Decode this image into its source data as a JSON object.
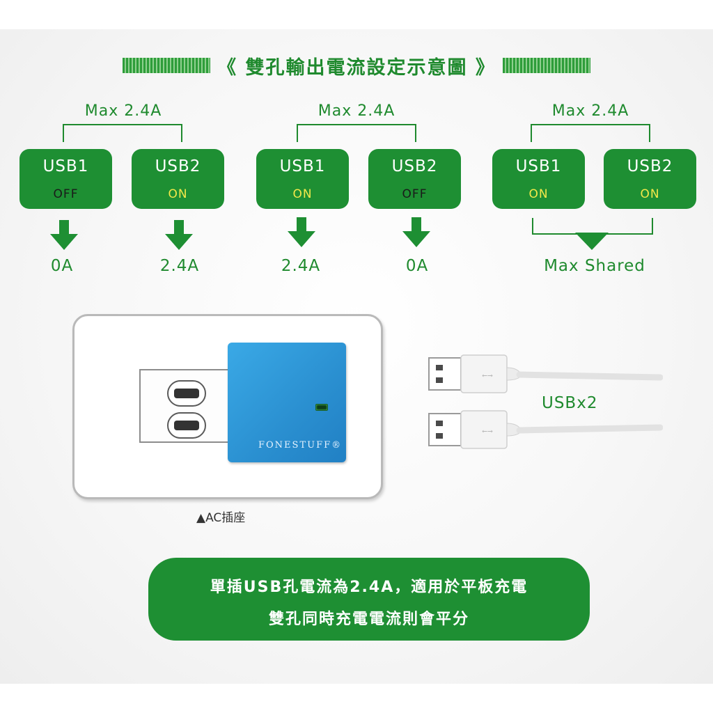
{
  "title": "《 雙孔輸出電流設定示意圖 》",
  "groups": [
    {
      "max_label": "Max 2.4A",
      "ports": [
        {
          "name": "USB1",
          "state": "OFF"
        },
        {
          "name": "USB2",
          "state": "ON"
        }
      ],
      "results": [
        "0A",
        "2.4A"
      ]
    },
    {
      "max_label": "Max 2.4A",
      "ports": [
        {
          "name": "USB1",
          "state": "ON"
        },
        {
          "name": "USB2",
          "state": "OFF"
        }
      ],
      "results": [
        "2.4A",
        "0A"
      ]
    },
    {
      "max_label": "Max 2.4A",
      "ports": [
        {
          "name": "USB1",
          "state": "ON"
        },
        {
          "name": "USB2",
          "state": "ON"
        }
      ],
      "results": [
        "Max Shared"
      ]
    }
  ],
  "device": {
    "brand": "FONESTUFF®",
    "outlet_caption": "▲AC插座",
    "cable_label": "USBx2"
  },
  "note": {
    "line1": "單插USB孔電流為2.4A，適用於平板充電",
    "line2": "雙孔同時充電電流則會平分"
  },
  "colors": {
    "green": "#1e8f33",
    "text_green": "#1f8a2e",
    "on_state": "#f3e84a",
    "off_state": "#1a1a1a",
    "charger_blue": "#2a8fd0"
  }
}
